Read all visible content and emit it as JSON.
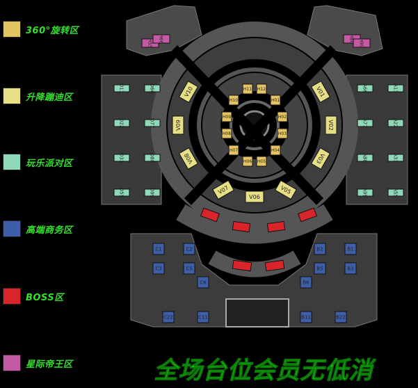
{
  "legend": [
    {
      "label": "360°旋转区",
      "color": "#e3c465"
    },
    {
      "label": "升降蹦迪区",
      "color": "#e6df86"
    },
    {
      "label": "玩乐派对区",
      "color": "#8fd9b8"
    },
    {
      "label": "高端商务区",
      "color": "#3f5ea8"
    },
    {
      "label": "BOSS区",
      "color": "#d9252a"
    },
    {
      "label": "星际帝王区",
      "color": "#c45aa6"
    }
  ],
  "slogan": "全场台位会员无低消",
  "tables": {
    "rotate": [
      "H11",
      "H12",
      "H10",
      "H01",
      "H09",
      "H02",
      "H08",
      "H03",
      "H07",
      "H06",
      "H05",
      "H04"
    ],
    "lift": [
      "V10",
      "V01",
      "V09",
      "V02",
      "V08",
      "V03",
      "V07",
      "V06",
      "V05"
    ],
    "party_left": [
      "D11",
      "D66",
      "D22",
      "D77",
      "D33",
      "D88",
      "D55",
      "D99"
    ],
    "party_right": [
      "A66",
      "A11",
      "A77",
      "A22",
      "A88",
      "A33",
      "A99",
      "A55"
    ],
    "emperor_left": [
      "H55",
      "H66"
    ],
    "emperor_right": [
      "H88",
      "H99"
    ],
    "business_left": [
      "C1",
      "C2",
      "C3",
      "C5",
      "C6",
      "C22",
      "C11"
    ],
    "business_right": [
      "B1",
      "B2",
      "B3",
      "B5",
      "B6",
      "B22",
      "B11"
    ]
  },
  "colors": {
    "rotate": "#e3c465",
    "lift": "#e6df86",
    "party": "#8fd9b8",
    "business": "#3f5ea8",
    "boss": "#d9252a",
    "emperor": "#c45aa6",
    "floor": "#4a4a4a",
    "floor_light": "#6a6a6a"
  }
}
